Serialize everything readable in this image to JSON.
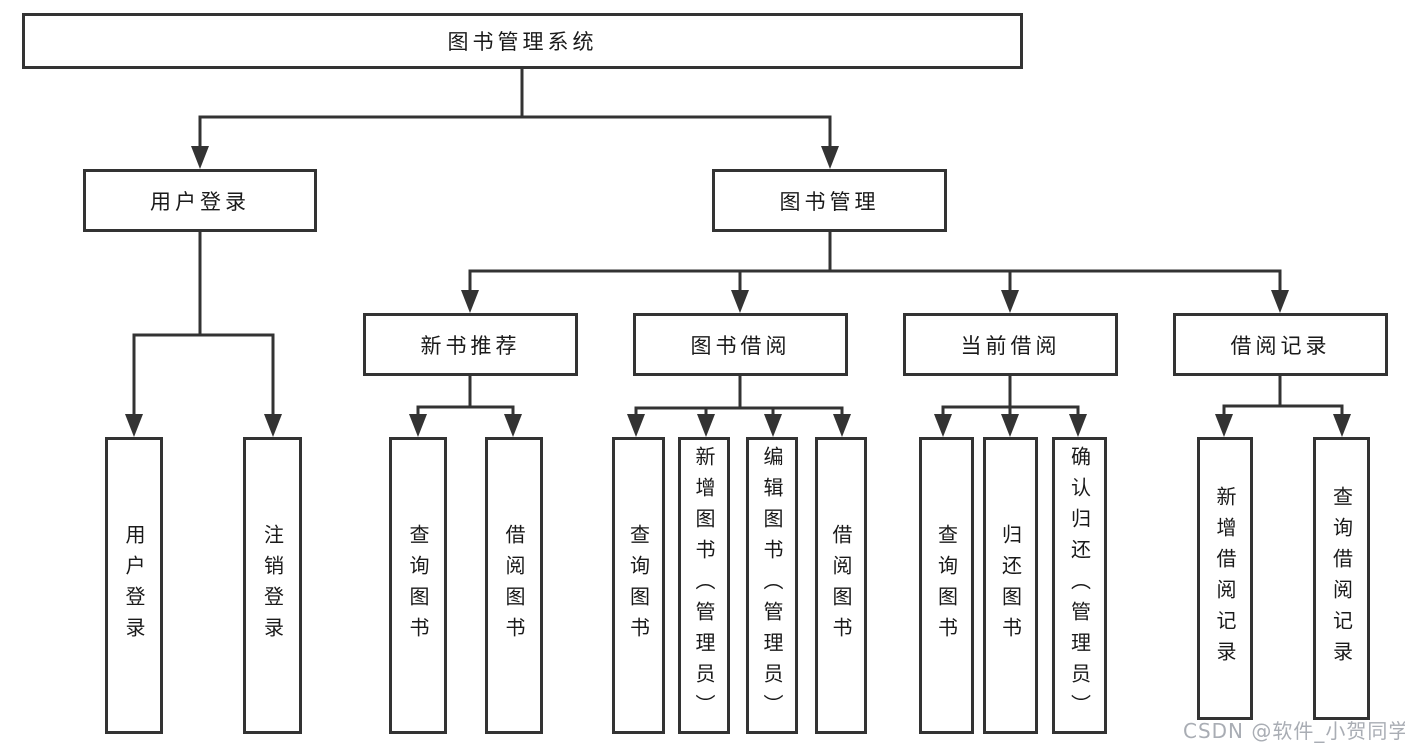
{
  "tree": {
    "root": {
      "label": "图书管理系统"
    },
    "branches": [
      {
        "label": "用户登录",
        "children": [
          {
            "label": "用户登录"
          },
          {
            "label": "注销登录"
          }
        ]
      },
      {
        "label": "图书管理",
        "children": [
          {
            "label": "新书推荐",
            "children": [
              {
                "label": "查询图书"
              },
              {
                "label": "借阅图书"
              }
            ]
          },
          {
            "label": "图书借阅",
            "children": [
              {
                "label": "查询图书"
              },
              {
                "label": "新增图书（管理员）"
              },
              {
                "label": "编辑图书（管理员）"
              },
              {
                "label": "借阅图书"
              }
            ]
          },
          {
            "label": "当前借阅",
            "children": [
              {
                "label": "查询图书"
              },
              {
                "label": "归还图书"
              },
              {
                "label": "确认归还（管理员）"
              }
            ]
          },
          {
            "label": "借阅记录",
            "children": [
              {
                "label": "新增借阅记录"
              },
              {
                "label": "查询借阅记录"
              }
            ]
          }
        ]
      }
    ]
  },
  "watermark": {
    "text": "CSDN @软件_小贺同学"
  },
  "colors": {
    "line": "#333333",
    "text": "#1a1a1a",
    "watermark": "#a9adb4",
    "background": "#ffffff"
  }
}
